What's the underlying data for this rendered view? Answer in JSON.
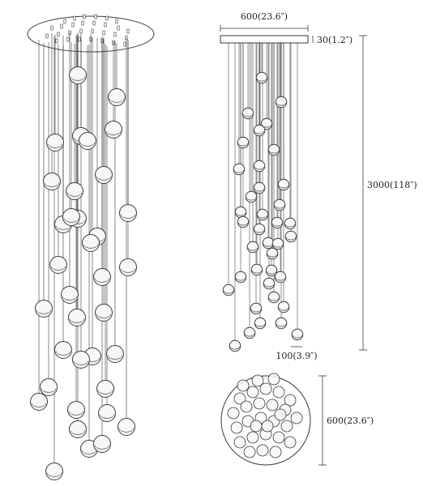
{
  "diagram": {
    "line_color": "#3a3a3a",
    "ball_fill": "#f7f7f7",
    "ball_shade": "#dcdcdc",
    "dimensions": {
      "canopy_width": "600(23.6″)",
      "canopy_height": "30(1.2″)",
      "total_height": "3000(118″)",
      "ball_diameter": "100(3.9″)",
      "top_view_diameter": "600(23.6″)"
    }
  }
}
